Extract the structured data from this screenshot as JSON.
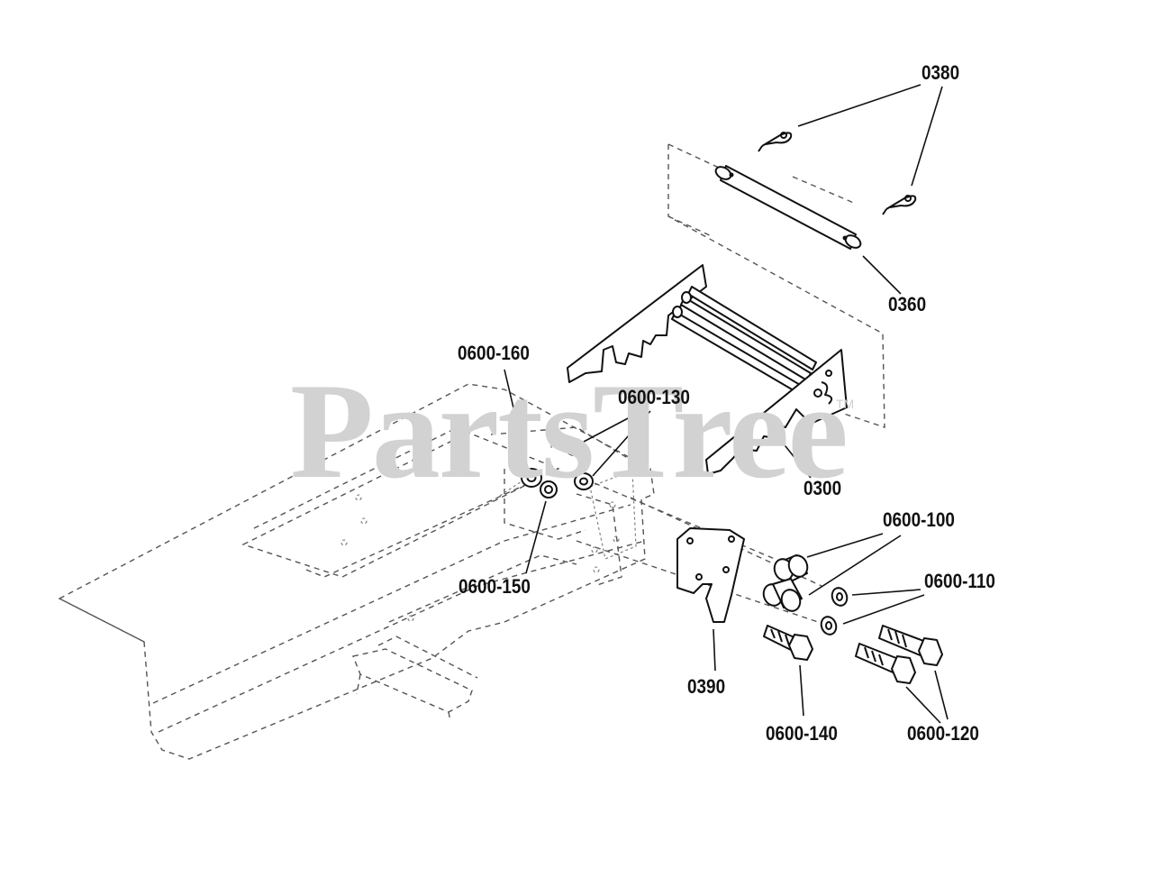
{
  "watermark": {
    "text": "PartsTree",
    "trademark": "TM"
  },
  "callouts": {
    "c0380": "0380",
    "c0360": "0360",
    "c0300": "0300",
    "c0600_160": "0600-160",
    "c0600_130": "0600-130",
    "c0600_150": "0600-150",
    "c0600_100": "0600-100",
    "c0600_110": "0600-110",
    "c0390": "0390",
    "c0600_140": "0600-140",
    "c0600_120": "0600-120"
  }
}
